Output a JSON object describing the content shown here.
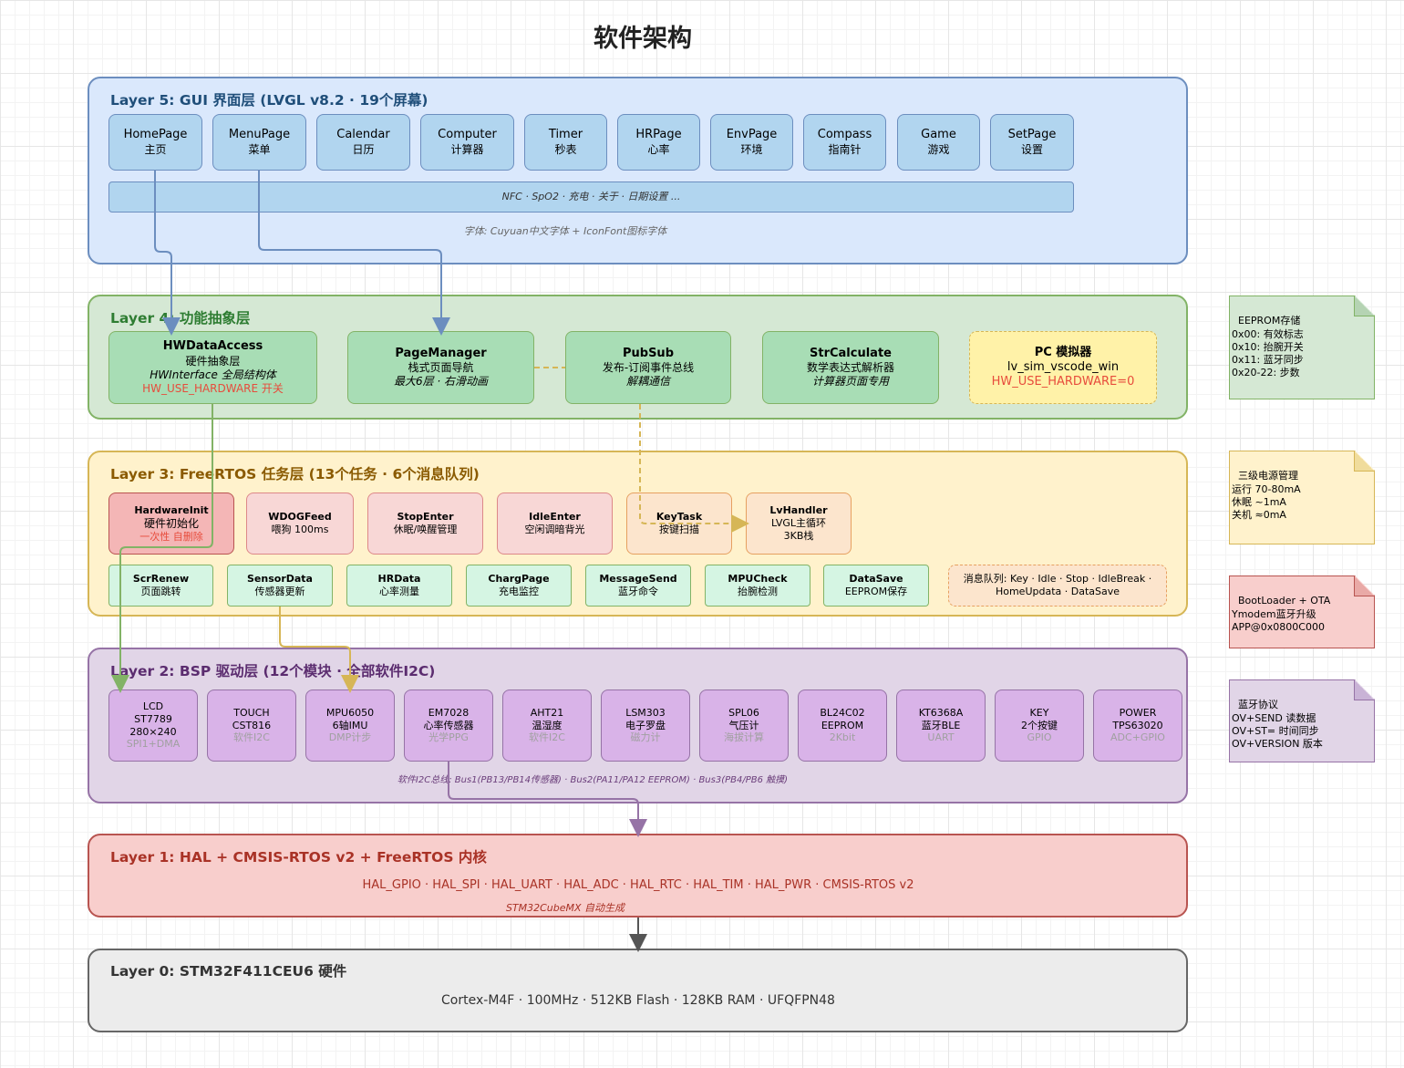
{
  "title": "软件架构",
  "layer5": {
    "title": "Layer 5: GUI 界面层 (LVGL v8.2 · 19个屏幕)",
    "pages": [
      {
        "name": "HomePage",
        "sub": "主页"
      },
      {
        "name": "MenuPage",
        "sub": "菜单"
      },
      {
        "name": "Calendar",
        "sub": "日历"
      },
      {
        "name": "Computer",
        "sub": "计算器"
      },
      {
        "name": "Timer",
        "sub": "秒表"
      },
      {
        "name": "HRPage",
        "sub": "心率"
      },
      {
        "name": "EnvPage",
        "sub": "环境"
      },
      {
        "name": "Compass",
        "sub": "指南针"
      },
      {
        "name": "Game",
        "sub": "游戏"
      },
      {
        "name": "SetPage",
        "sub": "设置"
      }
    ],
    "more_pages": "NFC · SpO2 · 充电 · 关于 · 日期设置 ...",
    "font_note": "字体: Cuyuan中文字体 + IconFont图标字体"
  },
  "layer4": {
    "title": "Layer 4: 功能抽象层",
    "hwdata": {
      "name": "HWDataAccess",
      "line1": "硬件抽象层",
      "line2": "HWInterface 全局结构体",
      "line3": "HW_USE_HARDWARE 开关"
    },
    "pagemanager": {
      "name": "PageManager",
      "line1": "栈式页面导航",
      "line2": "最大6层 · 右滑动画"
    },
    "pubsub": {
      "name": "PubSub",
      "line1": "发布-订阅事件总线",
      "line2": "解耦通信"
    },
    "strcalc": {
      "name": "StrCalculate",
      "line1": "数学表达式解析器",
      "line2": "计算器页面专用"
    },
    "pcsim": {
      "name": "PC 模拟器",
      "line1": "lv_sim_vscode_win",
      "line2": "HW_USE_HARDWARE=0"
    }
  },
  "layer3": {
    "title": "Layer 3: FreeRTOS 任务层 (13个任务 · 6个消息队列)",
    "hwinit": {
      "name": "HardwareInit",
      "line1": "硬件初始化",
      "line2": "一次性 自删除"
    },
    "wdog": {
      "name": "WDOGFeed",
      "line1": "喂狗 100ms"
    },
    "stop": {
      "name": "StopEnter",
      "line1": "休眠/唤醒管理"
    },
    "idle": {
      "name": "IdleEnter",
      "line1": "空闲调暗背光"
    },
    "key": {
      "name": "KeyTask",
      "line1": "按键扫描"
    },
    "lvh": {
      "name": "LvHandler",
      "line1": "LVGL主循环",
      "line2": "3KB栈"
    },
    "tasks2": [
      {
        "name": "ScrRenew",
        "sub": "页面跳转"
      },
      {
        "name": "SensorData",
        "sub": "传感器更新"
      },
      {
        "name": "HRData",
        "sub": "心率测量"
      },
      {
        "name": "ChargPage",
        "sub": "充电监控"
      },
      {
        "name": "MessageSend",
        "sub": "蓝牙命令"
      },
      {
        "name": "MPUCheck",
        "sub": "抬腕检测"
      },
      {
        "name": "DataSave",
        "sub": "EEPROM保存"
      }
    ],
    "queues_line1": "消息队列: Key · Idle · Stop · IdleBreak ·",
    "queues_line2": "HomeUpdata · DataSave"
  },
  "layer2": {
    "title": "Layer 2: BSP 驱动层 (12个模块 · 全部软件I2C)",
    "drivers": [
      {
        "l1": "LCD",
        "l2": "ST7789",
        "l3": "280×240",
        "l4": "SPI1+DMA"
      },
      {
        "l1": "TOUCH",
        "l2": "CST816",
        "l3": "软件I2C"
      },
      {
        "l1": "MPU6050",
        "l2": "6轴IMU",
        "l3": "DMP计步"
      },
      {
        "l1": "EM7028",
        "l2": "心率传感器",
        "l3": "光学PPG"
      },
      {
        "l1": "AHT21",
        "l2": "温湿度",
        "l3": "软件I2C"
      },
      {
        "l1": "LSM303",
        "l2": "电子罗盘",
        "l3": "磁力计"
      },
      {
        "l1": "SPL06",
        "l2": "气压计",
        "l3": "海拔计算"
      },
      {
        "l1": "BL24C02",
        "l2": "EEPROM",
        "l3": "2Kbit"
      },
      {
        "l1": "KT6368A",
        "l2": "蓝牙BLE",
        "l3": "UART"
      },
      {
        "l1": "KEY",
        "l2": "2个按键",
        "l3": "GPIO"
      },
      {
        "l1": "POWER",
        "l2": "TPS63020",
        "l3": "ADC+GPIO"
      }
    ],
    "bus_note": "软件I2C总线: Bus1(PB13/PB14传感器) · Bus2(PA11/PA12 EEPROM) · Bus3(PB4/PB6 触摸)"
  },
  "layer1": {
    "title": "Layer 1: HAL + CMSIS-RTOS v2 + FreeRTOS 内核",
    "line1": "HAL_GPIO · HAL_SPI · HAL_UART · HAL_ADC · HAL_RTC · HAL_TIM · HAL_PWR · CMSIS-RTOS v2",
    "line2": "STM32CubeMX 自动生成"
  },
  "layer0": {
    "title": "Layer 0: STM32F411CEU6 硬件",
    "line1": "Cortex-M4F · 100MHz · 512KB Flash · 128KB RAM · UFQFPN48"
  },
  "notes": {
    "eeprom": "EEPROM存储\n0x00: 有效标志\n0x10: 抬腕开关\n0x11: 蓝牙同步\n0x20-22: 步数",
    "power": "三级电源管理\n运行 70-80mA\n休眠 ~1mA\n关机 ≈0mA",
    "boot": "BootLoader + OTA\nYmodem蓝牙升级\nAPP@0x0800C000",
    "ble": "蓝牙协议\nOV+SEND 读数据\nOV+ST= 时间同步\nOV+VERSION 版本"
  }
}
